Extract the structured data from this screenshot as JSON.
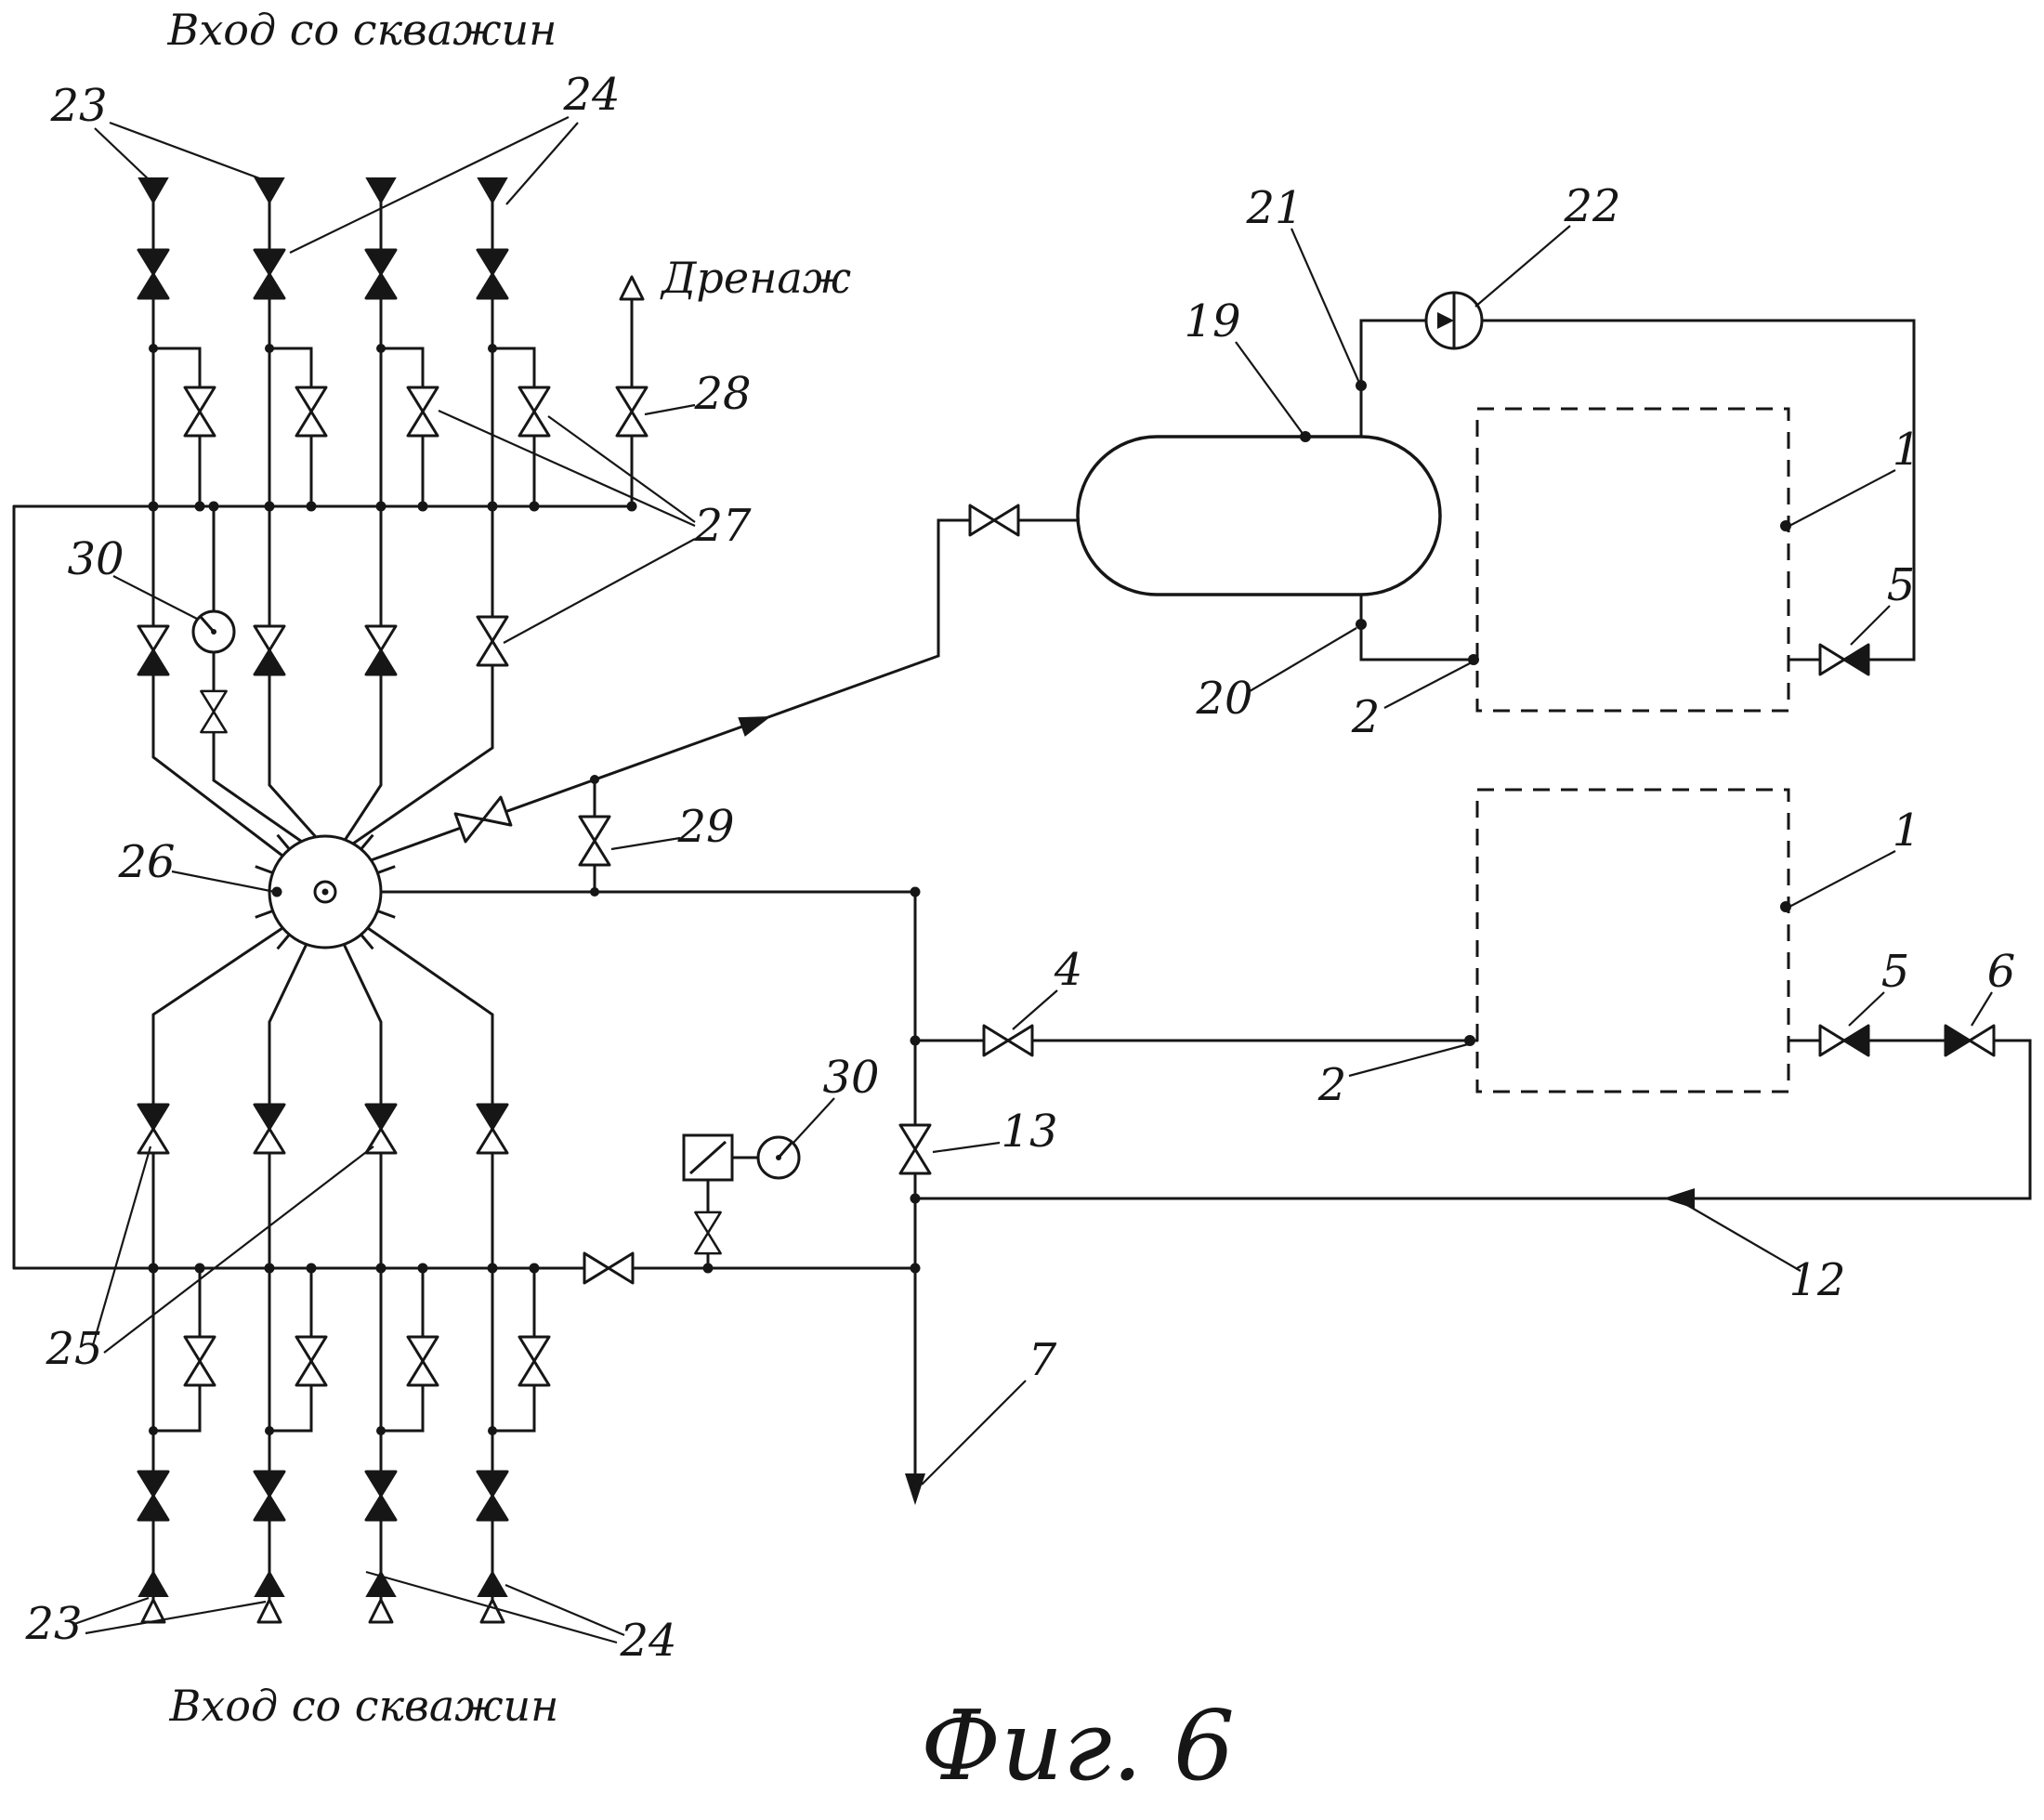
{
  "diagram": {
    "title_top": "Вход со скважин",
    "title_bottom": "Вход со скважин",
    "drain_label": "Дренаж",
    "caption": "Фиг. 6"
  },
  "refs": {
    "n23_top": "23",
    "n24_top": "24",
    "n28": "28",
    "n27": "27",
    "n30_top": "30",
    "n26": "26",
    "n29": "29",
    "n25": "25",
    "n23_bottom": "23",
    "n24_bottom": "24",
    "n30_bottom": "30",
    "n13": "13",
    "n7": "7",
    "n12": "12",
    "n4": "4",
    "n2_top": "2",
    "n2_bottom": "2",
    "n20": "20",
    "n19": "19",
    "n21": "21",
    "n22": "22",
    "n1_top": "1",
    "n1_bottom": "1",
    "n5_top": "5",
    "n5_bottom": "5",
    "n6": "6"
  },
  "colors": {
    "ink": "#161616",
    "background": "#ffffff"
  }
}
